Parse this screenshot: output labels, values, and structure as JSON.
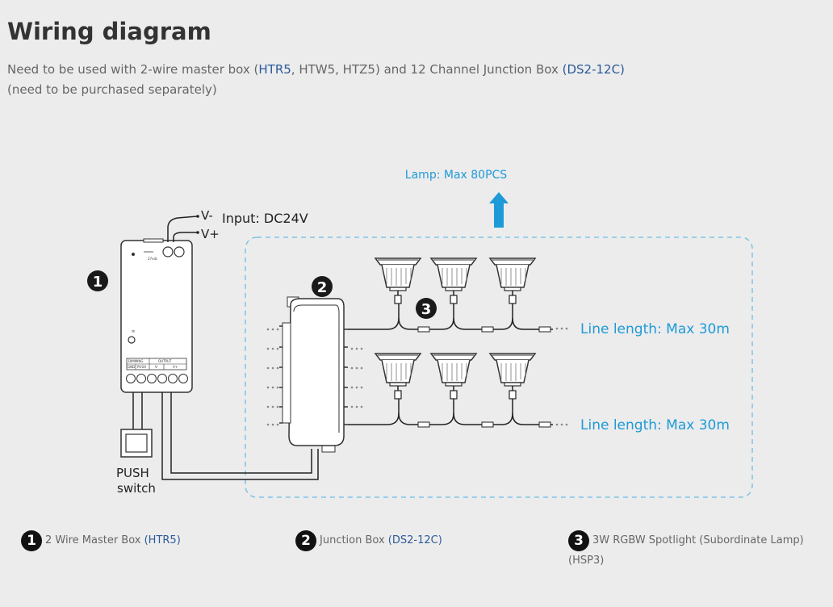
{
  "page": {
    "title": "Wiring diagram",
    "intro": {
      "text1": "Need to be used with 2-wire master box (",
      "link1": "HTR5",
      "text2": ", HTW5, HTZ5) and 12 Channel Junction Box ",
      "link2": "(DS2-12C)",
      "line2": "(need to be purchased separately)"
    }
  },
  "diagram": {
    "lamp_max_label": "Lamp: Max 80PCS",
    "input_label": "Input: DC24V",
    "v_minus": "V-",
    "v_plus": "V+",
    "line_length_1": "Line length: Max 30m",
    "line_length_2": "Line length: Max 30m",
    "push_label": "PUSH",
    "switch_label": "switch",
    "markers": [
      "1",
      "2",
      "3"
    ],
    "master_box_terminals": {
      "dimming": "DIMMING",
      "output": "OUTPUT",
      "gnd": "GND",
      "push": "PUSH",
      "v_minus": "V-",
      "v_plus": "V+",
      "top_small": "27vdc"
    },
    "colors": {
      "accent_blue": "#1e9ad8",
      "dashed_border": "#7ec3e8",
      "link_blue": "#2c5a9a",
      "line_dark": "#222222"
    }
  },
  "legend": [
    {
      "number": "1",
      "text": "2 Wire Master Box ",
      "link": "(HTR5)"
    },
    {
      "number": "2",
      "text": "Junction Box ",
      "link": "(DS2-12C)"
    },
    {
      "number": "3",
      "text": "3W RGBW Spotlight (Subordinate Lamp)",
      "text2": "(HSP3)"
    }
  ]
}
